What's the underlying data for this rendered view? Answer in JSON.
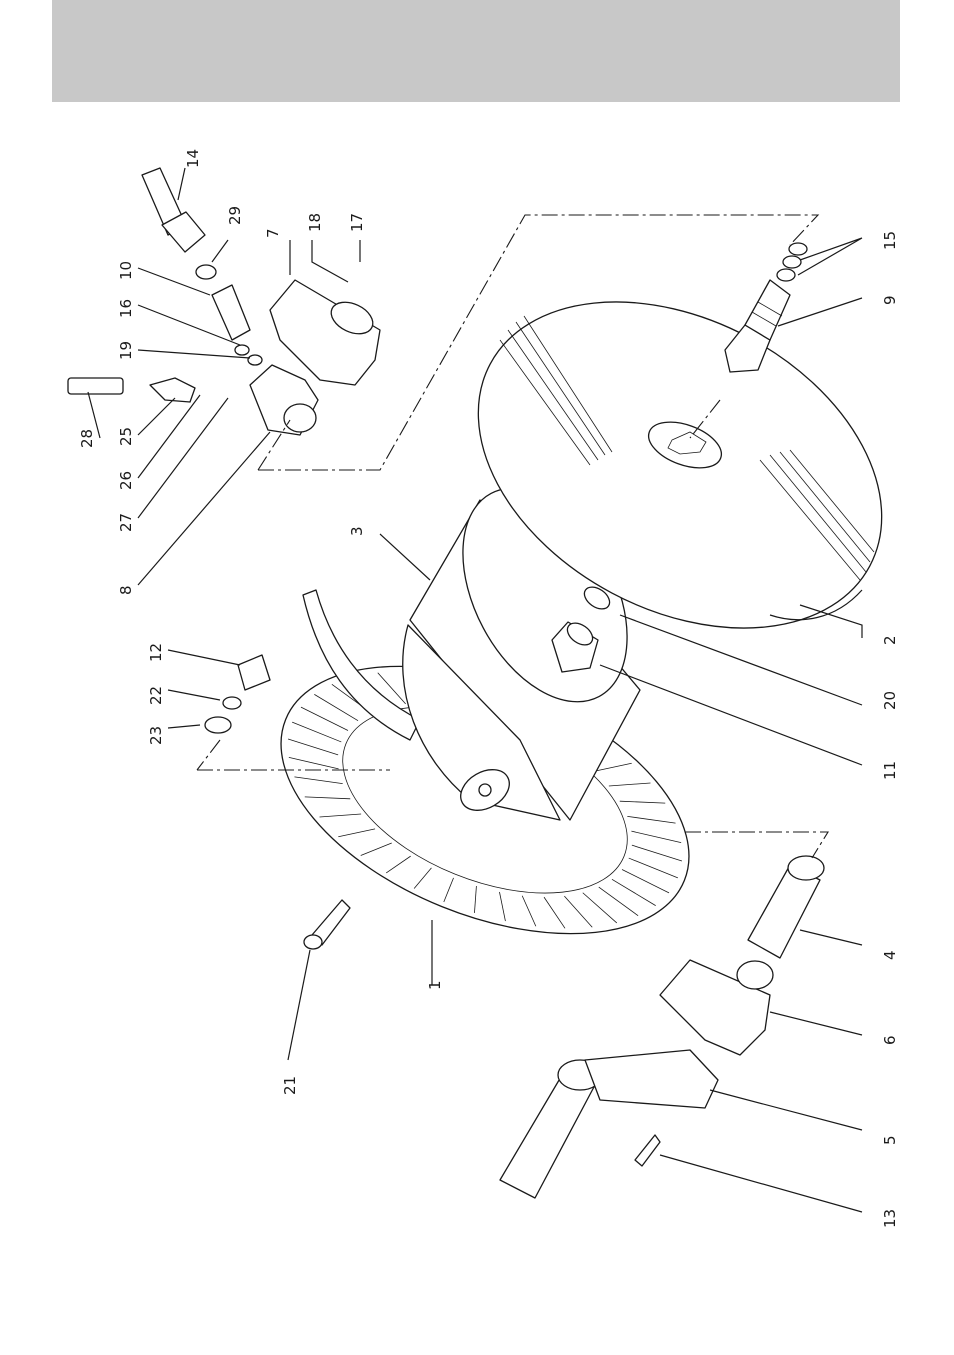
{
  "header_band": {
    "color": "#c8c8c8"
  },
  "callouts": [
    {
      "id": "p1",
      "text": "1"
    },
    {
      "id": "p2",
      "text": "2"
    },
    {
      "id": "p3",
      "text": "3"
    },
    {
      "id": "p4",
      "text": "4"
    },
    {
      "id": "p5",
      "text": "5"
    },
    {
      "id": "p6",
      "text": "6"
    },
    {
      "id": "p7",
      "text": "7"
    },
    {
      "id": "p8",
      "text": "8"
    },
    {
      "id": "p9",
      "text": "9"
    },
    {
      "id": "p10",
      "text": "10"
    },
    {
      "id": "p11",
      "text": "11"
    },
    {
      "id": "p12",
      "text": "12"
    },
    {
      "id": "p13",
      "text": "13"
    },
    {
      "id": "p14",
      "text": "14"
    },
    {
      "id": "p15",
      "text": "15"
    },
    {
      "id": "p16",
      "text": "16"
    },
    {
      "id": "p17",
      "text": "17"
    },
    {
      "id": "p18",
      "text": "18"
    },
    {
      "id": "p19",
      "text": "19"
    },
    {
      "id": "p20",
      "text": "20"
    },
    {
      "id": "p21",
      "text": "21"
    },
    {
      "id": "p22",
      "text": "22"
    },
    {
      "id": "p23",
      "text": "23"
    },
    {
      "id": "p25",
      "text": "25"
    },
    {
      "id": "p26",
      "text": "26"
    },
    {
      "id": "p27",
      "text": "27"
    },
    {
      "id": "p28",
      "text": "28"
    },
    {
      "id": "p29",
      "text": "29"
    }
  ]
}
